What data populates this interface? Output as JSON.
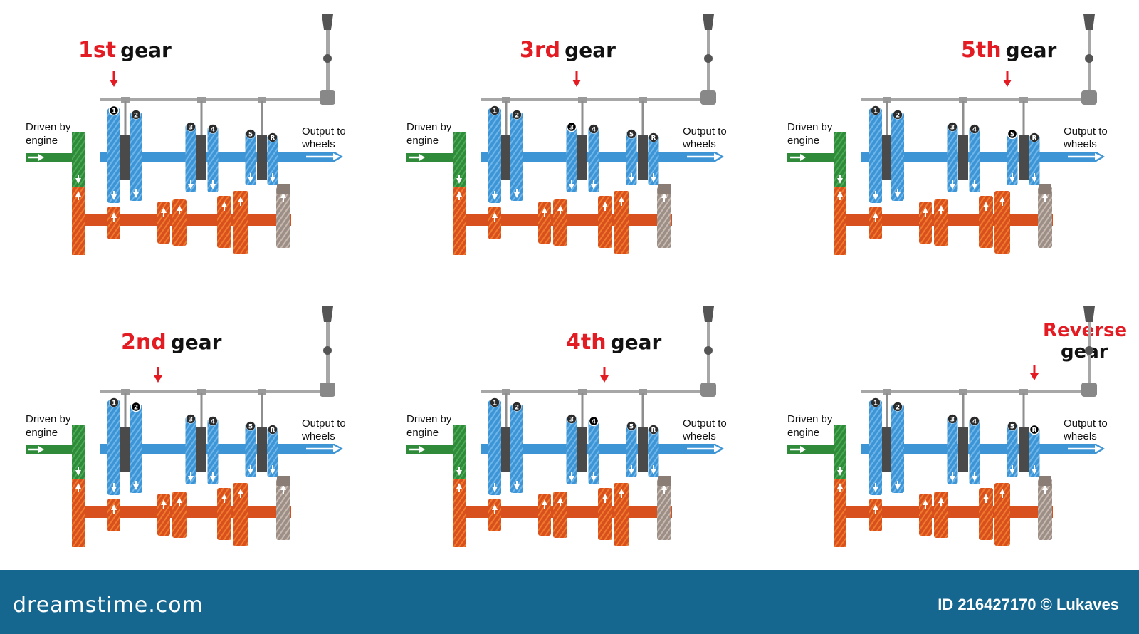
{
  "panels": [
    {
      "title_red": "1st",
      "title_black": "gear",
      "engaged": "1"
    },
    {
      "title_red": "3rd",
      "title_black": "gear",
      "engaged": "3"
    },
    {
      "title_red": "5th",
      "title_black": "gear",
      "engaged": "5"
    },
    {
      "title_red": "2nd",
      "title_black": "gear",
      "engaged": "2"
    },
    {
      "title_red": "4th",
      "title_black": "gear",
      "engaged": "4"
    },
    {
      "title_red": "Reverse",
      "title_black": "gear",
      "engaged": "R"
    }
  ],
  "labels": {
    "input_line1": "Driven by",
    "input_line2": "engine",
    "output_line1": "Output to",
    "output_line2": "wheels"
  },
  "gear_numbers": [
    "1",
    "2",
    "3",
    "4",
    "5",
    "R"
  ],
  "colors": {
    "main_shaft": "#3d95d6",
    "counter_shaft": "#d8501e",
    "input_shaft": "#2f8a3a",
    "selector": "#9a9a9a",
    "title_red": "#e31b23",
    "footer": "#16678f"
  },
  "footer": {
    "brand": "dreamstime.com",
    "credit": "ID 216427170 © Lukaves"
  }
}
